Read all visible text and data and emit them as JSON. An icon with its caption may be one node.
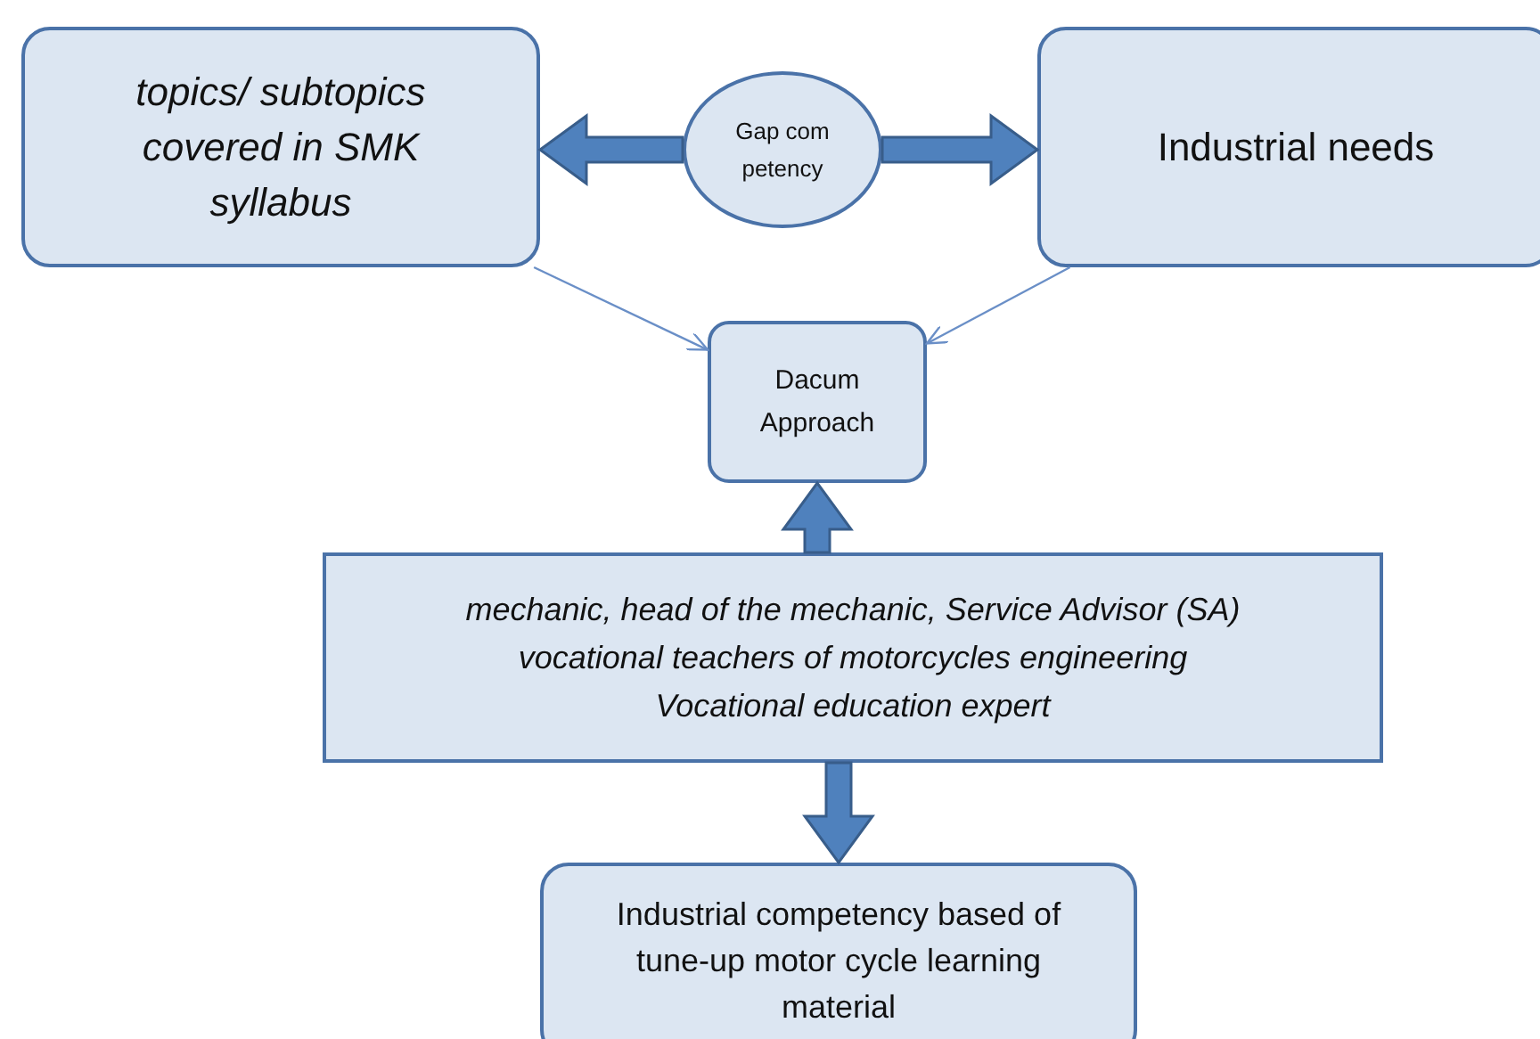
{
  "diagram": {
    "nodes": [
      {
        "text": [
          "topics/ subtopics covered in SMK syllabus"
        ]
      },
      {
        "text": [
          "Gap competency"
        ]
      },
      {
        "text": [
          "Industrial needs"
        ]
      },
      {
        "text": [
          "Dacum Approach"
        ]
      },
      {
        "text": [
          "mechanic, head of the mechanic, Service Advisor (SA)",
          "vocational teachers of motorcycles engineering",
          "Vocational education expert"
        ]
      },
      {
        "text": [
          "Industrial competency based of tune-up motor cycle learning material"
        ]
      }
    ],
    "edges": [
      {
        "from": 1,
        "to": 0,
        "arrow": "to",
        "style": "thick"
      },
      {
        "from": 1,
        "to": 2,
        "arrow": "to",
        "style": "thick"
      },
      {
        "from": 0,
        "to": 3,
        "arrow": "to"
      },
      {
        "from": 2,
        "to": 3,
        "arrow": "to"
      },
      {
        "from": 4,
        "to": 3,
        "arrow": "to",
        "style": "thick"
      },
      {
        "from": 4,
        "to": 5,
        "arrow": "to",
        "style": "thick"
      }
    ]
  }
}
